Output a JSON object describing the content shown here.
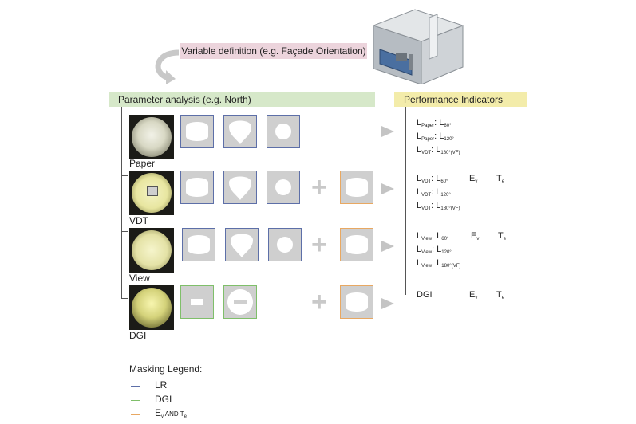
{
  "header": {
    "variable_definition": "Variable definition (e.g. Façade Orientation)",
    "parameter_analysis": "Parameter analysis (e.g. North)",
    "performance_indicators": "Performance Indicators"
  },
  "rows": [
    {
      "label": "Paper",
      "masks": [
        "LR",
        "LR",
        "LR"
      ],
      "plus_mask": null,
      "indicators": [
        [
          "Paper",
          "60°"
        ],
        [
          "Paper",
          "120°"
        ],
        [
          "VDT",
          "180°(VF)"
        ]
      ],
      "ev": "",
      "te": ""
    },
    {
      "label": "VDT",
      "masks": [
        "LR",
        "LR",
        "LR"
      ],
      "plus_mask": "Ev AND Te",
      "indicators": [
        [
          "VDT",
          "60°"
        ],
        [
          "VDT",
          "120°"
        ],
        [
          "VDT",
          "180°(VF)"
        ]
      ],
      "ev": "E",
      "te": "T"
    },
    {
      "label": "View",
      "masks": [
        "LR",
        "LR",
        "LR"
      ],
      "plus_mask": "Ev AND Te",
      "indicators": [
        [
          "View",
          "60°"
        ],
        [
          "View",
          "120°"
        ],
        [
          "View",
          "180°(VF)"
        ]
      ],
      "ev": "E",
      "te": "T"
    },
    {
      "label": "DGI",
      "masks": [
        "DGI",
        "DGI"
      ],
      "plus_mask": "Ev AND Te",
      "indicators": [],
      "dgi_text": "DGI",
      "ev": "E",
      "te": "T"
    }
  ],
  "indicator_symbol": "L",
  "subscripts": {
    "ev": "v",
    "te": "e"
  },
  "legend": {
    "title": "Masking Legend:",
    "items": [
      {
        "label": "LR",
        "color": "#5d6fa8"
      },
      {
        "label": "DGI",
        "color": "#7fbf6a"
      },
      {
        "label": "E",
        "sub": "v",
        "suffix": " AND T",
        "suffix_sub": "e",
        "color": "#e8a862"
      }
    ]
  },
  "colors": {
    "variable_bg": "#ecd4dc",
    "parameter_bg": "#d6e8c9",
    "performance_bg": "#f3ecaa",
    "lr": "#5d6fa8",
    "dgi": "#7fbf6a",
    "ev_te": "#e8a862"
  }
}
